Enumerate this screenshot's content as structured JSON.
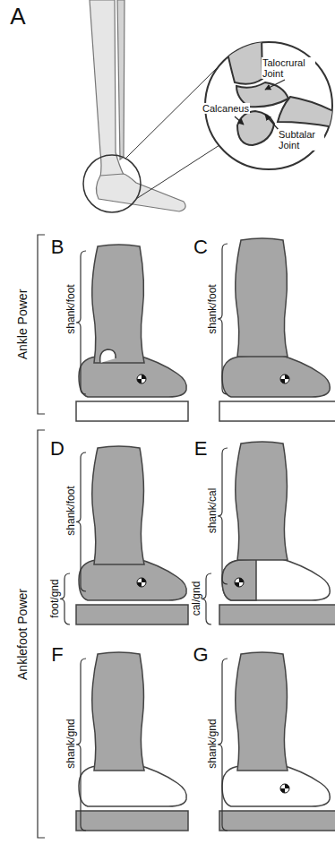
{
  "diagram": {
    "labels": [
      "A",
      "Talocrural Joint",
      "Subtalar Joint",
      "Calcaneus",
      "B",
      "C",
      "Ankle Power",
      "shank/foot",
      "shank/foot",
      "D",
      "E",
      "Anklefoot Power",
      "foot/gnd",
      "shank/foot",
      "cal/gnd",
      "shank/cal",
      "F",
      "G",
      "shank/gnd",
      "shank/gnd"
    ]
  }
}
